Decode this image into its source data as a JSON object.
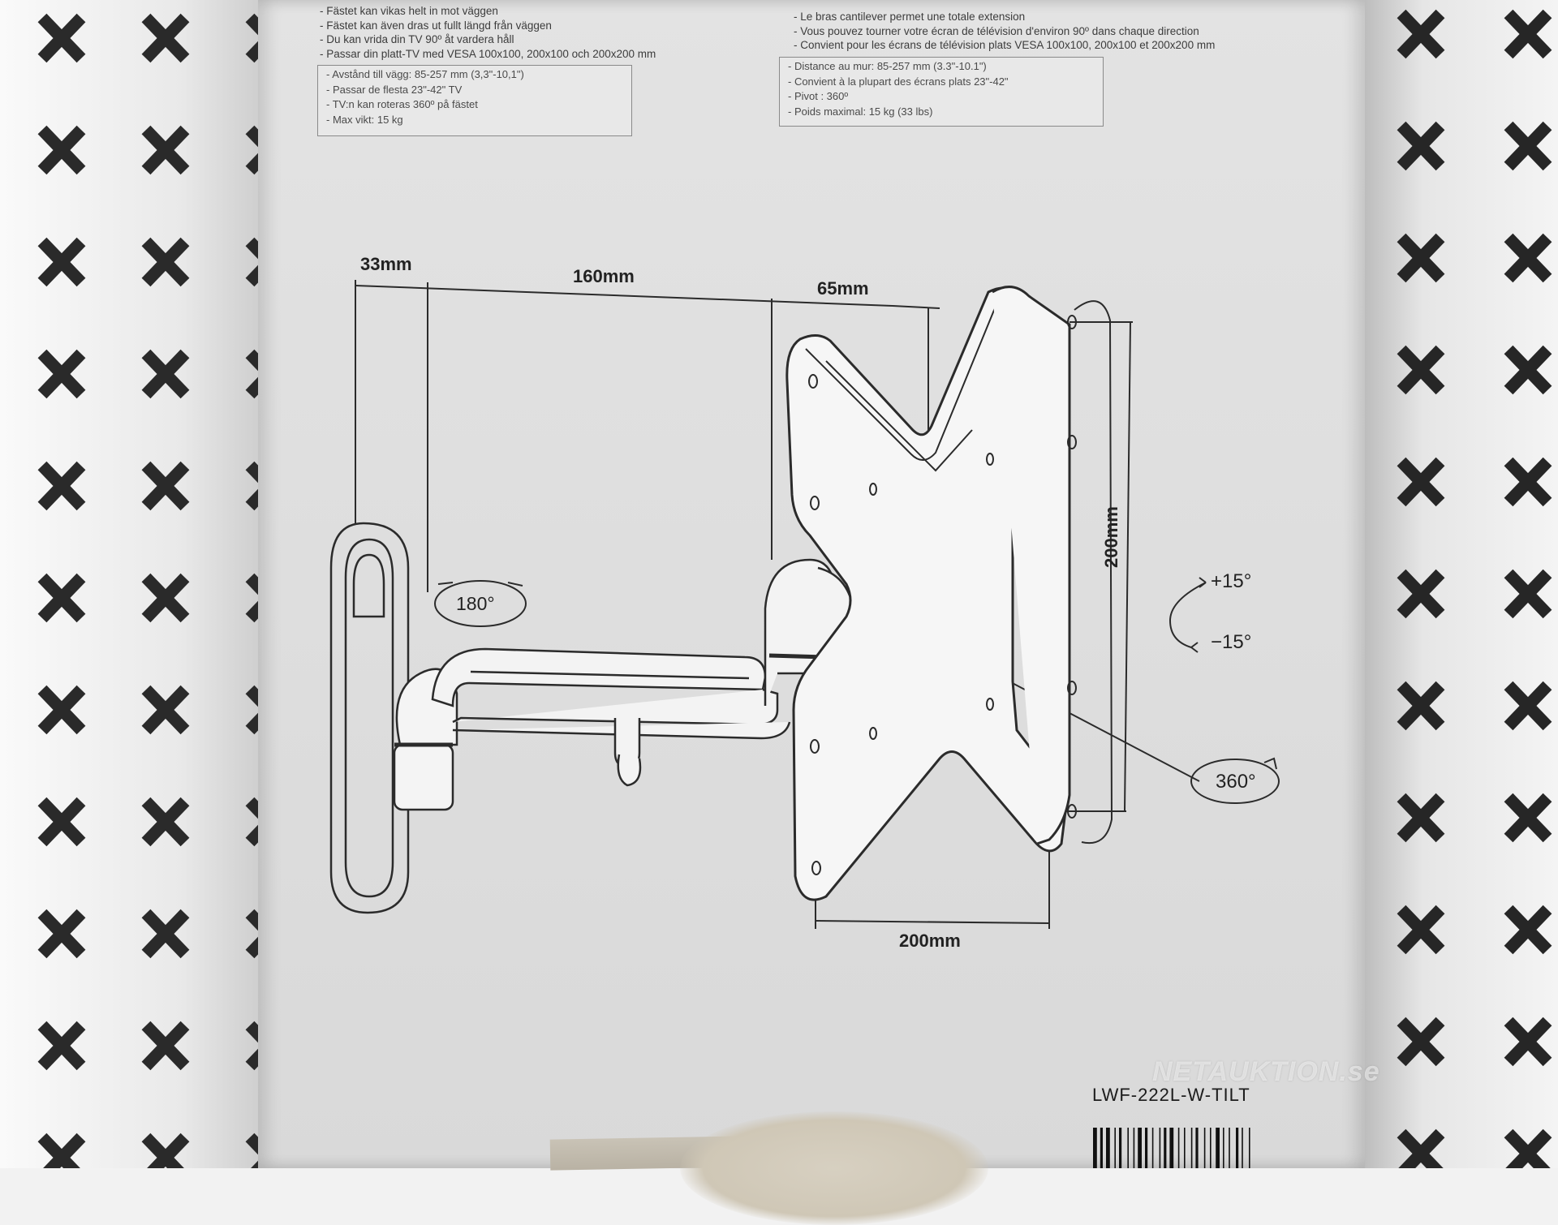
{
  "swedish_specs": [
    "- Fästet kan vikas helt in mot väggen",
    "- Fästet kan även dras ut fullt längd från väggen",
    "- Du kan vrida din TV 90º åt vardera håll",
    "- Passar din platt-TV med VESA 100x100, 200x100 och 200x200 mm"
  ],
  "swedish_box": [
    "- Avstånd till vägg: 85-257 mm (3,3\"-10,1\")",
    "- Passar de flesta 23\"-42\" TV",
    "- TV:n kan roteras 360º på fästet",
    "- Max vikt: 15 kg"
  ],
  "french_specs": [
    "- Le bras cantilever permet une totale extension",
    "- Vous pouvez tourner votre écran de télévision d'environ 90º dans chaque direction",
    "- Convient pour les écrans de télévision plats VESA 100x100, 200x100 et 200x200 mm"
  ],
  "french_box": [
    "- Distance au mur: 85-257 mm (3.3\"-10.1\")",
    "- Convient à la plupart des écrans plats 23\"-42\"",
    "- Pivot : 360º",
    "- Poids maximal: 15 kg (33 lbs)"
  ],
  "dimensions": {
    "wall_offset": "33mm",
    "arm_length": "160mm",
    "head_depth": "65mm",
    "vesa_height": "200mm",
    "vesa_width": "200mm"
  },
  "rotations": {
    "arm_swivel": "180°",
    "tilt_up": "+15°",
    "tilt_down": "−15°",
    "plate_rotation": "360°"
  },
  "model_number": "LWF-222L-W-TILT",
  "watermark": "NETAUKTION.se",
  "colors": {
    "pattern": "#2a2a2a",
    "box": "#dedede",
    "ink": "#2b2b2b"
  }
}
